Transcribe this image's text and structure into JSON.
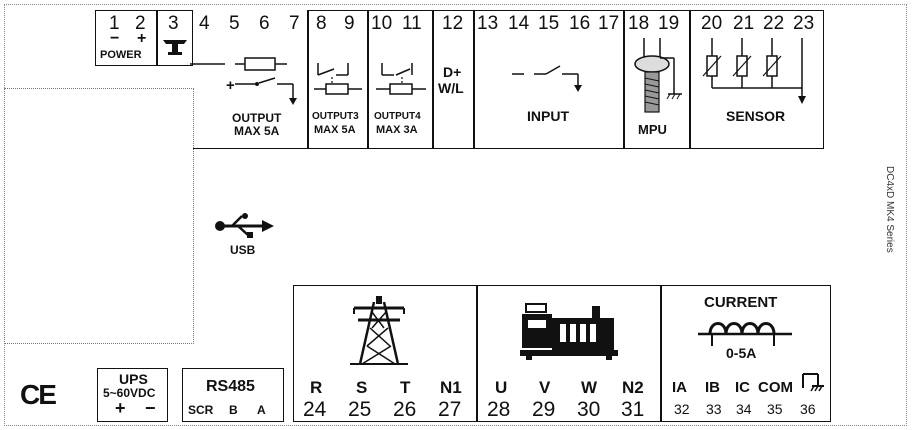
{
  "top_terminals": {
    "numbers": [
      "1",
      "2",
      "3",
      "4",
      "5",
      "6",
      "7",
      "8",
      "9",
      "10",
      "11",
      "12",
      "13",
      "14",
      "15",
      "16",
      "17",
      "18",
      "19",
      "20",
      "21",
      "22",
      "23"
    ],
    "power": {
      "label": "POWER",
      "minus": "−",
      "plus": "+"
    },
    "output1": {
      "line1": "OUTPUT",
      "line2": "MAX 5A",
      "plus": "+"
    },
    "output3": {
      "line1": "OUTPUT3",
      "line2": "MAX 5A"
    },
    "output4": {
      "line1": "OUTPUT4",
      "line2": "MAX 3A"
    },
    "dplus": {
      "line1": "D+",
      "line2": "W/L"
    },
    "input": {
      "label": "INPUT"
    },
    "mpu": {
      "label": "MPU"
    },
    "sensor": {
      "label": "SENSOR"
    }
  },
  "usb": {
    "label": "USB"
  },
  "side_label": "DC4xD MK4 Series",
  "ce_mark": "CE",
  "ups": {
    "line1": "UPS",
    "line2": "5~60VDC",
    "plus": "+",
    "minus": "−"
  },
  "rs485": {
    "title": "RS485",
    "scr": "SCR",
    "b": "B",
    "a": "A"
  },
  "mains": {
    "letters": [
      "R",
      "S",
      "T",
      "N1"
    ],
    "numbers": [
      "24",
      "25",
      "26",
      "27"
    ]
  },
  "generator": {
    "letters": [
      "U",
      "V",
      "W",
      "N2"
    ],
    "numbers": [
      "28",
      "29",
      "30",
      "31"
    ]
  },
  "current": {
    "title": "CURRENT",
    "range": "0-5A",
    "letters": [
      "IA",
      "IB",
      "IC",
      "COM"
    ],
    "numbers": [
      "32",
      "33",
      "34",
      "35",
      "36"
    ]
  }
}
